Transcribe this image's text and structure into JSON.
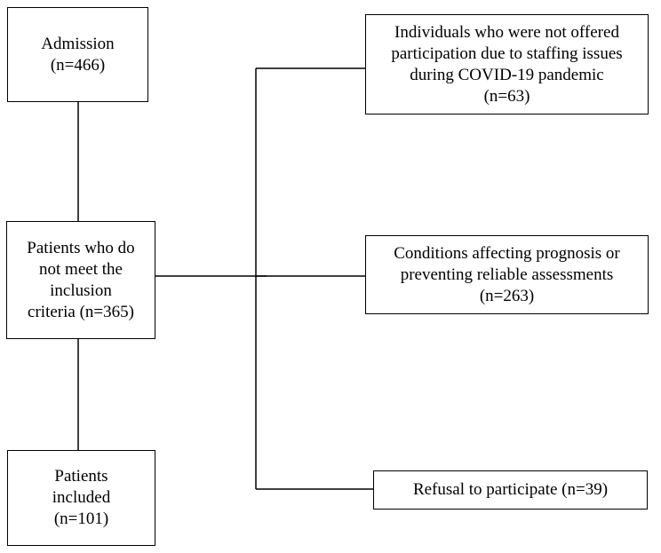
{
  "diagram": {
    "admission": {
      "line1": "Admission",
      "line2": "(n=466)"
    },
    "not_meet": {
      "line1": "Patients who do",
      "line2": "not meet the",
      "line3": "inclusion",
      "line4": "criteria (n=365)"
    },
    "included": {
      "line1": "Patients",
      "line2": "included",
      "line3": "(n=101)"
    },
    "staffing": {
      "line1": "Individuals who were not offered",
      "line2": "participation due to staffing issues",
      "line3": "during COVID-19 pandemic",
      "line4": "(n=63)"
    },
    "conditions": {
      "line1": "Conditions affecting prognosis or",
      "line2": "preventing reliable assessments",
      "line3": "(n=263)"
    },
    "refusal": {
      "line1": "Refusal to participate (n=39)"
    }
  }
}
